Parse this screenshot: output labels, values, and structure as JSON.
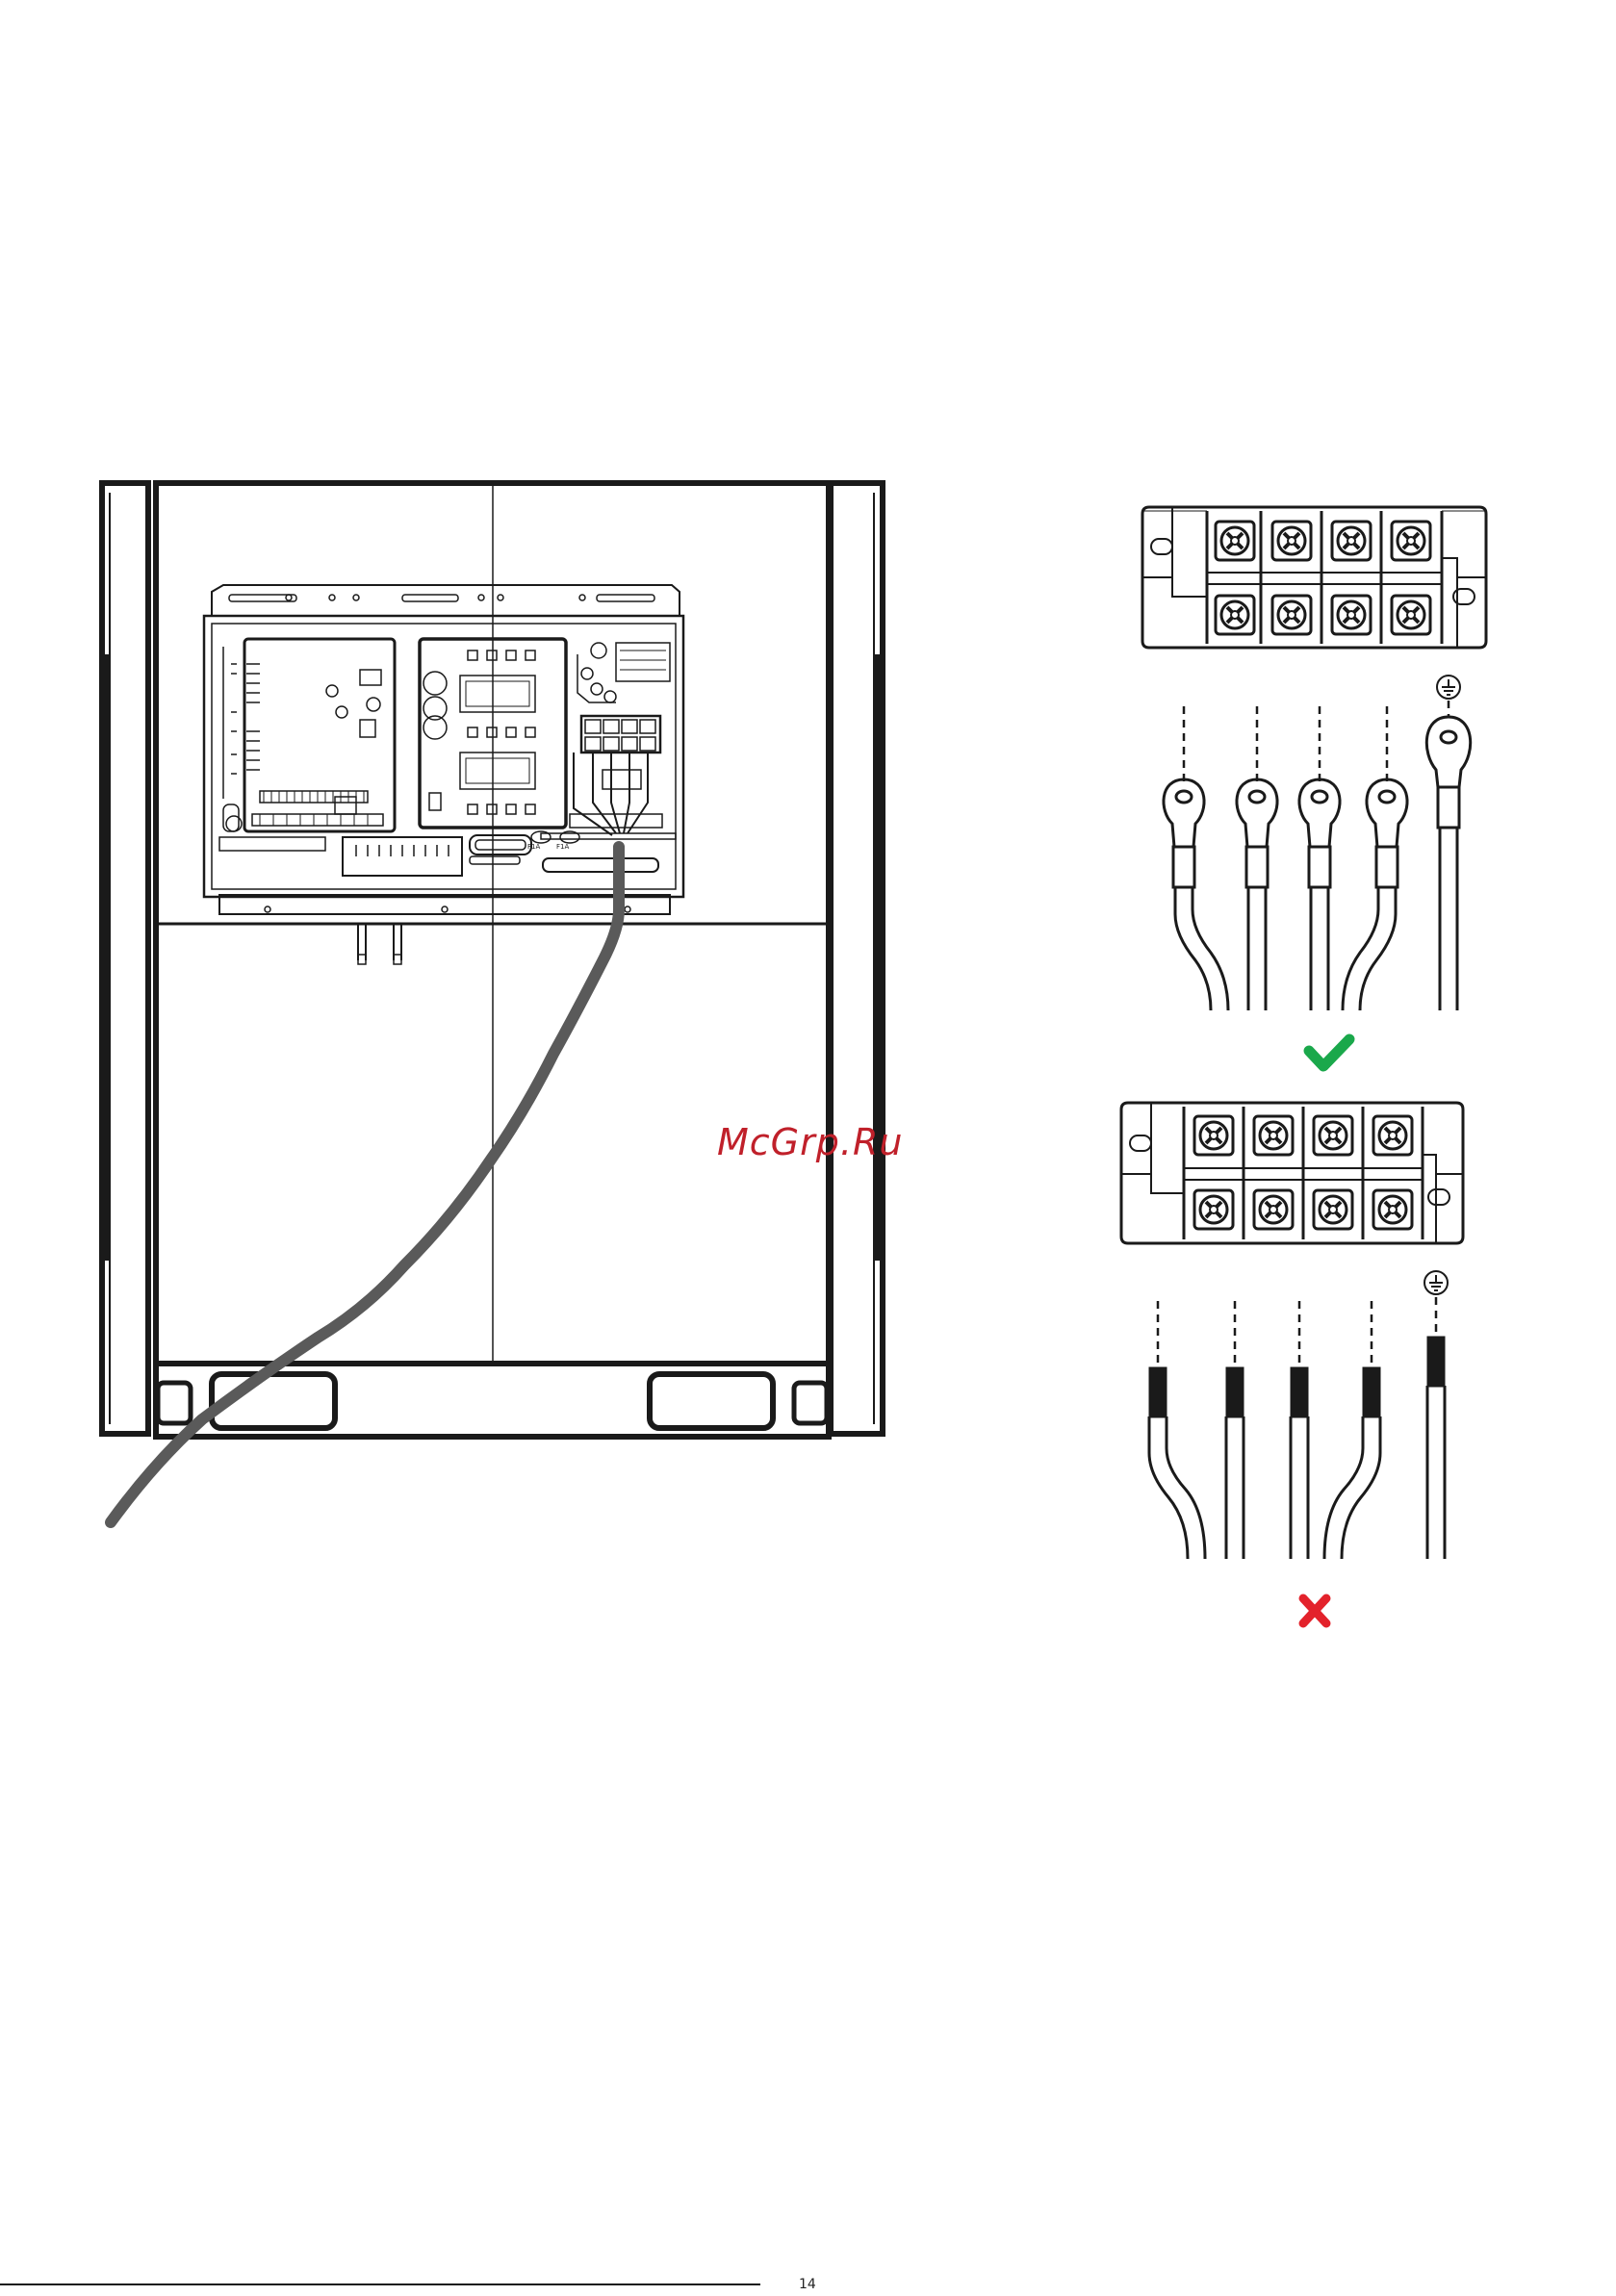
{
  "watermark": {
    "text": "McGrp.Ru",
    "color": "#c0202a"
  },
  "page": {
    "number": "14"
  },
  "board_labels": {
    "fuse_a": "F1A",
    "fuse_b": "F1A"
  },
  "colors": {
    "line": "#1a1a1a",
    "cable": "#5a5a5a",
    "correct": "#1aa84b",
    "incorrect": "#e3222b"
  },
  "icons": {
    "correct": "check-mark-icon",
    "incorrect": "cross-mark-icon",
    "ground": "ground-symbol-icon",
    "screw": "screw-terminal-icon",
    "ring_lug": "ring-terminal-icon"
  },
  "examples": [
    {
      "id": "correct",
      "terminal_type": "ring terminals",
      "status": "correct"
    },
    {
      "id": "incorrect",
      "terminal_type": "bare stripped wires",
      "status": "incorrect"
    }
  ]
}
